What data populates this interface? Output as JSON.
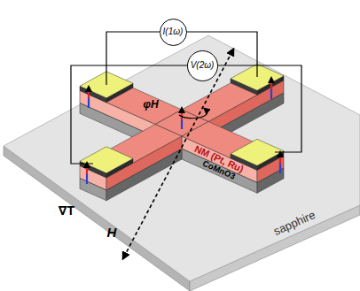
{
  "diagram": {
    "nodes": [
      {
        "text": [
          "I(1ω)"
        ]
      },
      {
        "text": [
          "V(2ω)"
        ]
      }
    ],
    "labels": [
      "∇T",
      "φH",
      "NM (Pt, Ru)",
      "CoMnO3",
      "H",
      "sapphire"
    ]
  }
}
